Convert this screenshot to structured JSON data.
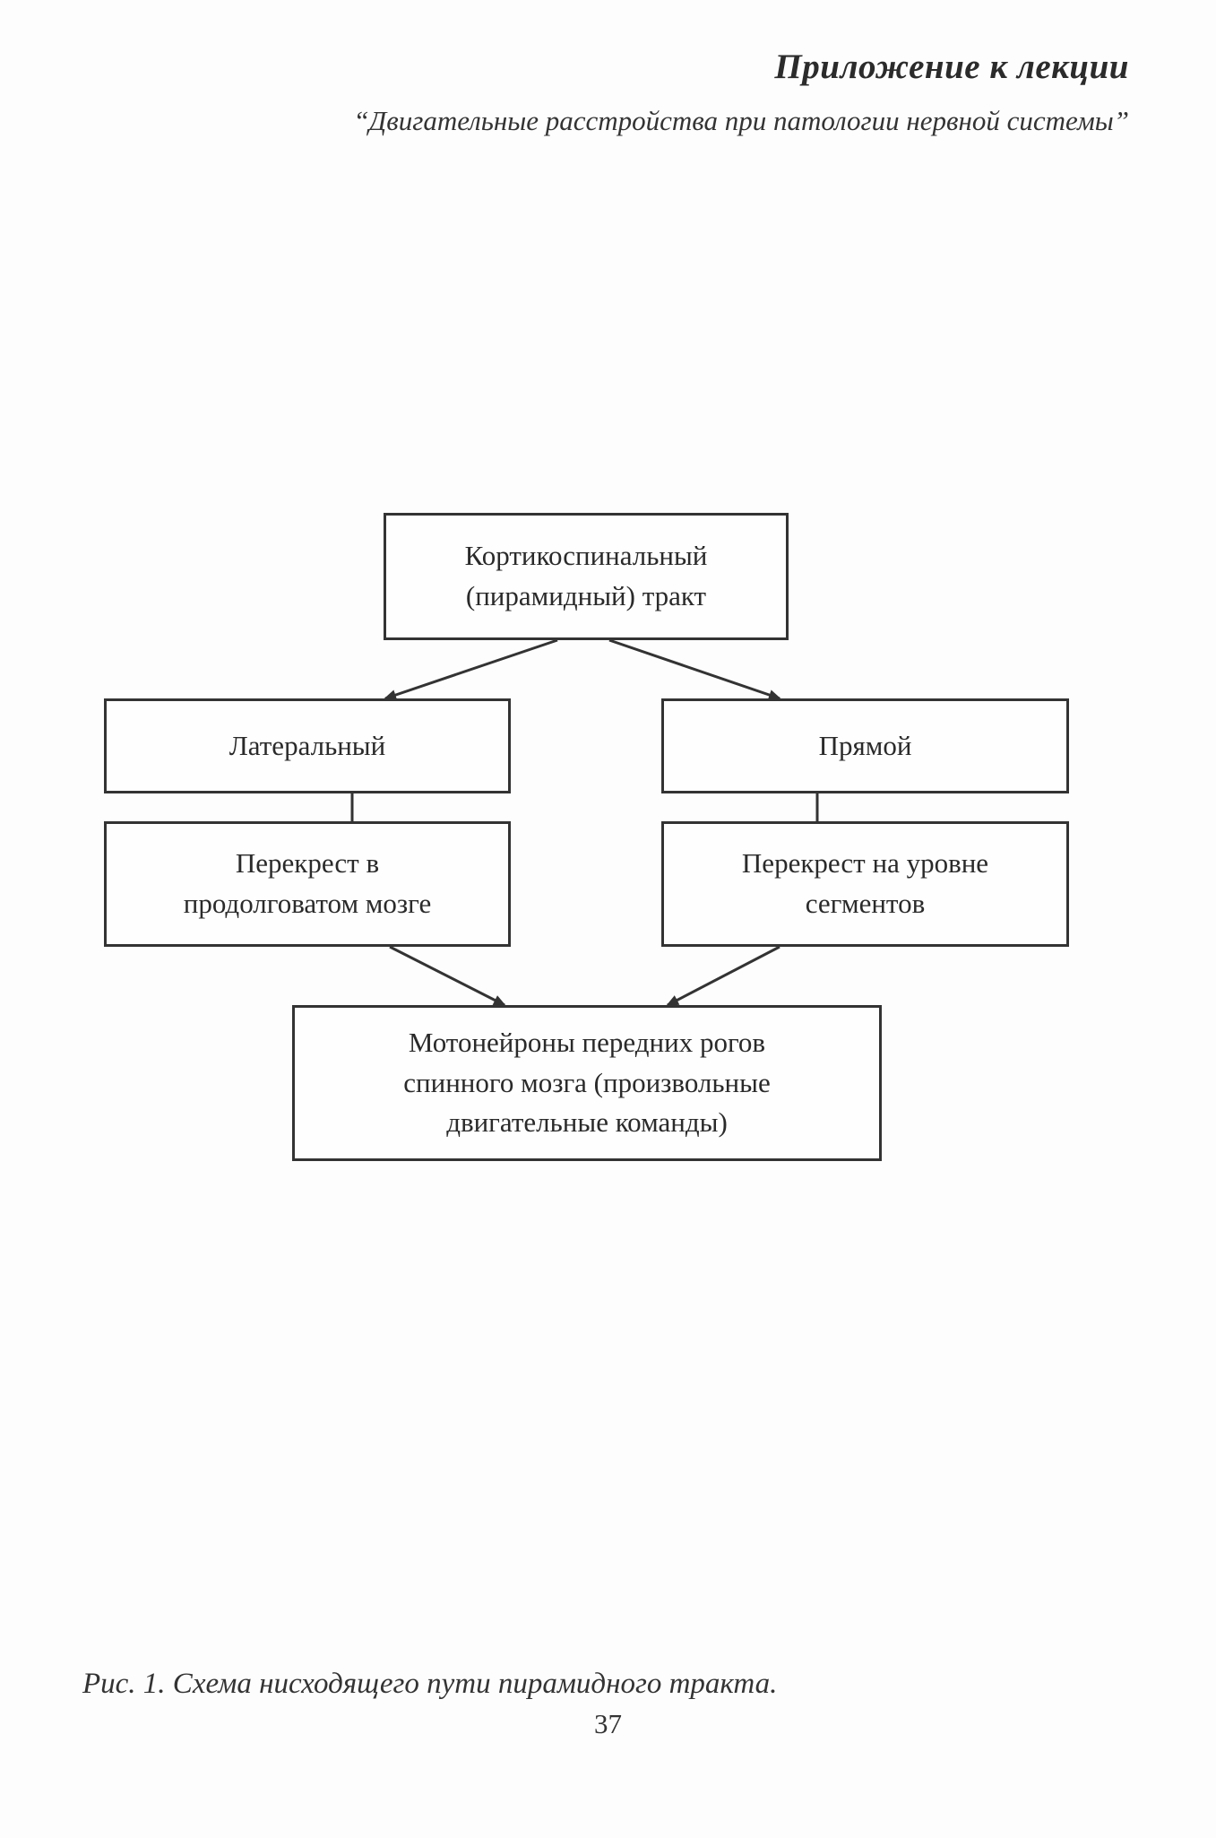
{
  "header": {
    "title": "Приложение к лекции",
    "subtitle": "“Двигательные расстройства при патологии нервной системы”"
  },
  "diagram": {
    "nodes": {
      "corticospinal": "Кортикоспинальный\n(пирамидный) тракт",
      "lateral": "Латеральный",
      "direct": "Прямой",
      "medulla_decussation": "Перекрест в\nпродолговатом мозге",
      "segment_decussation": "Перекрест на уровне\nсегментов",
      "motoneurons": "Мотонейроны передних рогов\nспинного мозга (произвольные\nдвигательные команды)"
    }
  },
  "caption": "Рис. 1. Схема нисходящего пути пирамидного тракта.",
  "page_number": "37",
  "colors": {
    "ink": "#333333",
    "paper": "#fdfdfd"
  }
}
